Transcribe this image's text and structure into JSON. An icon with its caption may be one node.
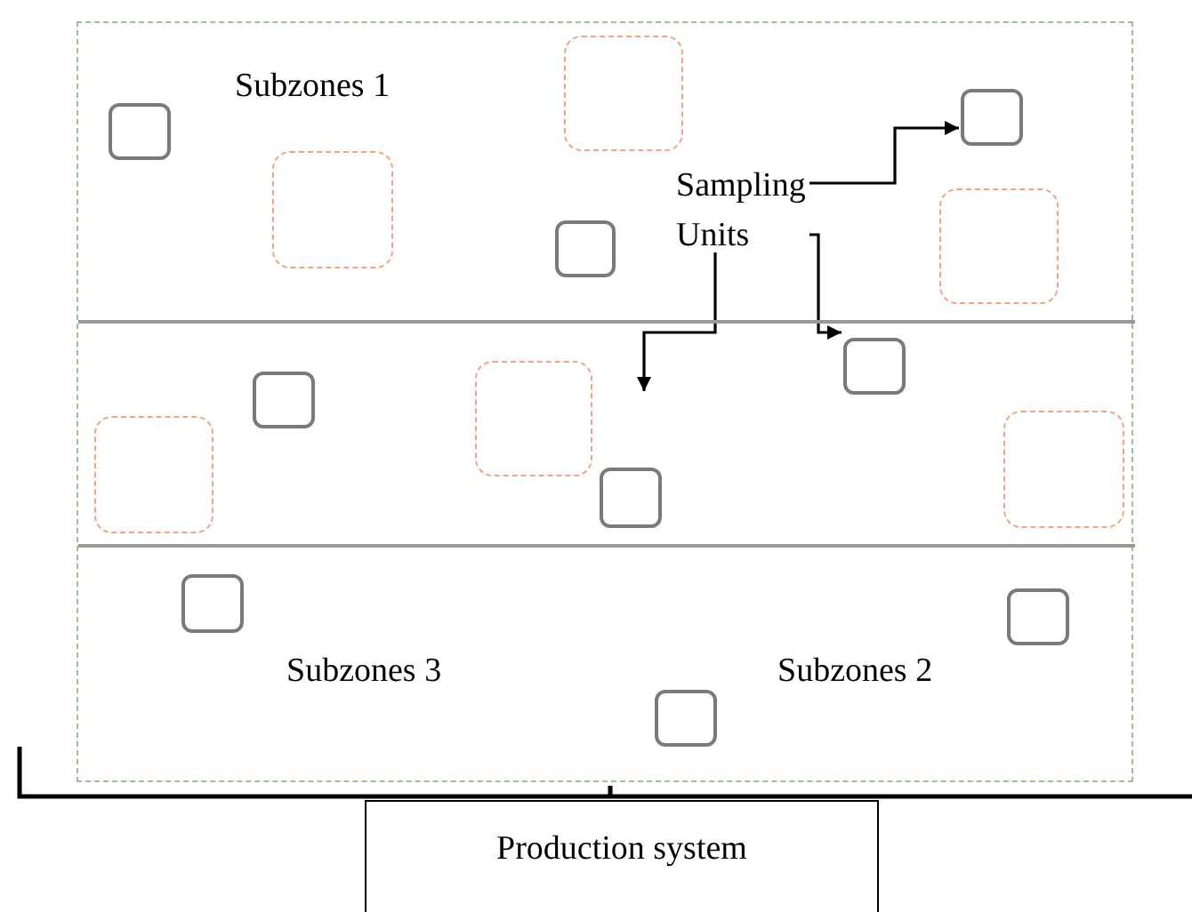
{
  "diagram": {
    "nodes": [
      {
        "text": [],
        "shape": "box"
      },
      {
        "text": [
          "Subzones 1"
        ],
        "in": 0
      },
      {
        "text": [],
        "shape": "box",
        "in": 1
      },
      {
        "text": [],
        "shape": "box",
        "in": 1
      },
      {
        "text": [],
        "shape": "box",
        "in": 1
      },
      {
        "text": [],
        "shape": "box",
        "in": 1
      },
      {
        "text": [
          "Sampling Units"
        ],
        "in": 1
      },
      {
        "text": [],
        "shape": "box",
        "in": 1
      },
      {
        "text": [],
        "shape": "box",
        "in": 1
      },
      {
        "text": [],
        "shape": "band",
        "in": 0
      },
      {
        "text": [],
        "shape": "box",
        "in": 9
      },
      {
        "text": [],
        "shape": "box",
        "in": 9
      },
      {
        "text": [],
        "shape": "box",
        "in": 9
      },
      {
        "text": [],
        "shape": "box",
        "in": 9
      },
      {
        "text": [],
        "shape": "box",
        "in": 9
      },
      {
        "text": [],
        "shape": "box",
        "in": 9
      },
      {
        "text": [
          "Subzones 3",
          "Subzones 2"
        ],
        "in": 0
      },
      {
        "text": [],
        "shape": "box",
        "in": 16
      },
      {
        "text": [],
        "shape": "box",
        "in": 16
      },
      {
        "text": [],
        "shape": "box",
        "in": 16
      },
      {
        "text": [
          "Production system"
        ]
      }
    ],
    "edges": [
      {
        "from": 6,
        "to": 7,
        "arrow": "to"
      },
      {
        "from": 6,
        "to": 13,
        "arrow": "to"
      },
      {
        "from": 6,
        "to": null,
        "arrow": "to"
      }
    ]
  }
}
